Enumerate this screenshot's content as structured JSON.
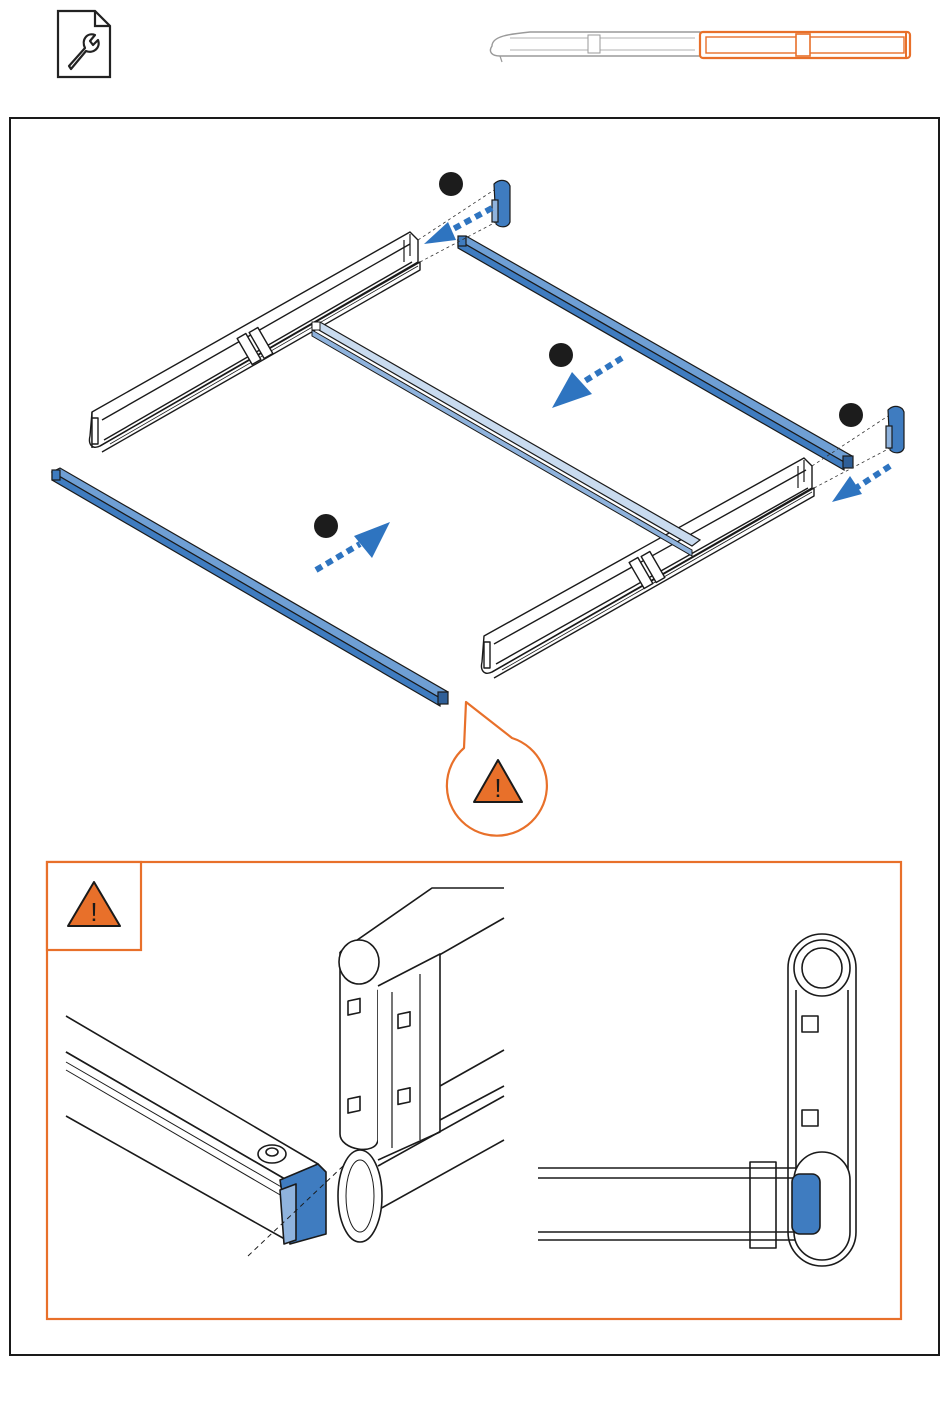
{
  "header": {
    "tool_icon": "wrench-document-icon",
    "progress_thumbnail": "rail-assembly-progress-icon"
  },
  "assembly": {
    "step_markers": [
      {
        "id": "step-dot-1",
        "label": ""
      },
      {
        "id": "step-dot-2",
        "label": ""
      },
      {
        "id": "step-dot-3",
        "label": ""
      },
      {
        "id": "step-dot-4",
        "label": ""
      }
    ],
    "warning_callout_icon": "warning-triangle-icon",
    "warning_callout_glyph": "!"
  },
  "detail_panel": {
    "warning_icon": "warning-triangle-icon",
    "warning_glyph": "!"
  },
  "colors": {
    "part_blue": "#3f7cc0",
    "part_blue_light": "#8fb3dd",
    "accent_orange": "#e8702a",
    "line_dark": "#1a1a1a",
    "marker_black": "#1c1c1c",
    "arrow_blue": "#2e74c0"
  }
}
